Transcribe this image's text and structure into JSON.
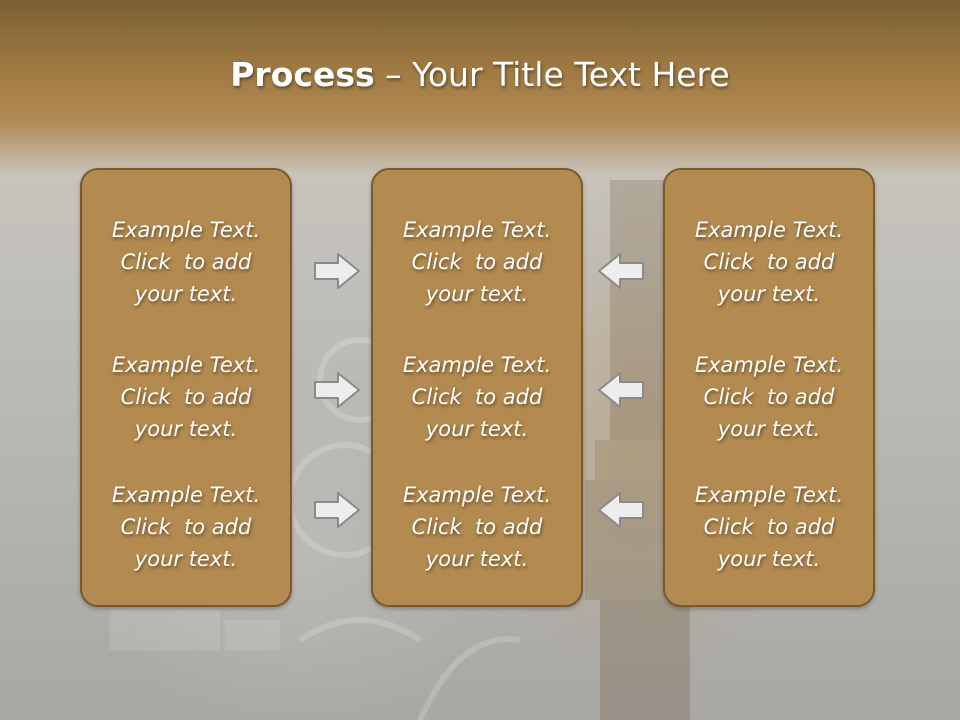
{
  "title": {
    "bold": "Process",
    "rest": " – Your Title Text Here"
  },
  "columns": [
    {
      "items": [
        {
          "line1": "Example Text.",
          "line2": "Click  to add",
          "line3": "your text."
        },
        {
          "line1": "Example Text.",
          "line2": "Click  to add",
          "line3": "your text."
        },
        {
          "line1": "Example Text.",
          "line2": "Click  to add",
          "line3": "your text."
        }
      ]
    },
    {
      "items": [
        {
          "line1": "Example Text.",
          "line2": "Click  to add",
          "line3": "your text."
        },
        {
          "line1": "Example Text.",
          "line2": "Click  to add",
          "line3": "your text."
        },
        {
          "line1": "Example Text.",
          "line2": "Click  to add",
          "line3": "your text."
        }
      ]
    },
    {
      "items": [
        {
          "line1": "Example Text.",
          "line2": "Click  to add",
          "line3": "your text."
        },
        {
          "line1": "Example Text.",
          "line2": "Click  to add",
          "line3": "your text."
        },
        {
          "line1": "Example Text.",
          "line2": "Click  to add",
          "line3": "your text."
        }
      ]
    }
  ],
  "arrows": {
    "left_group": "arrow-right-icon",
    "right_group": "arrow-left-icon"
  },
  "colors": {
    "box_fill": "#b38a4f",
    "box_border": "#7a5a2c",
    "header_band": "#a07a42",
    "text": "#ffffff"
  }
}
